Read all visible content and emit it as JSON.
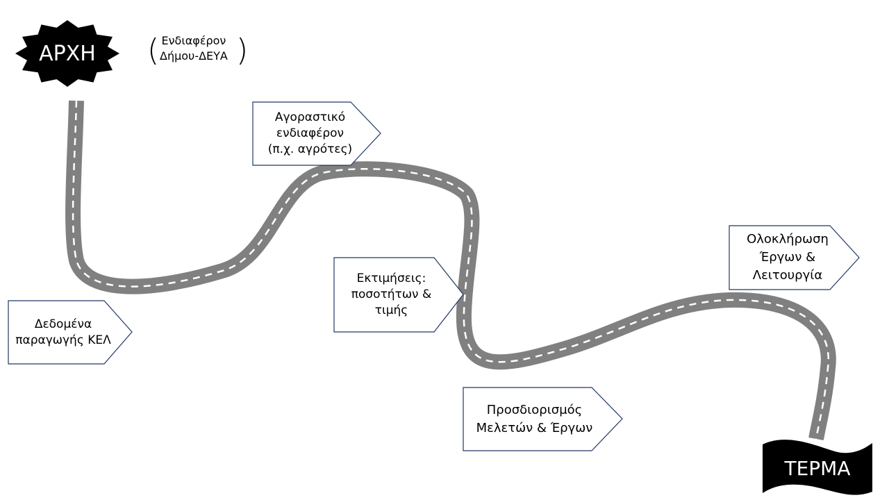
{
  "start": {
    "label": "ΑΡΧΗ",
    "note_line1": "Ενδιαφέρον",
    "note_line2": "Δήμου-ΔΕΥΑ"
  },
  "end": {
    "label": "ΤΕΡΜΑ"
  },
  "steps": [
    {
      "lines": [
        "Δεδομένα",
        "παραγωγής ΚΕΛ"
      ]
    },
    {
      "lines": [
        "Αγοραστικό",
        "ενδιαφέρον",
        "(π.χ. αγρότες)"
      ]
    },
    {
      "lines": [
        "Εκτιμήσεις:",
        "ποσοτήτων &",
        "τιμής"
      ]
    },
    {
      "lines": [
        "Προσδιορισμός",
        "Μελετών & Έργων"
      ]
    },
    {
      "lines": [
        "Ολοκλήρωση",
        "Έργων &",
        "Λειτουργία"
      ]
    }
  ],
  "colors": {
    "road": "#808080",
    "box_border": "#1f3864",
    "badge": "#000000"
  }
}
